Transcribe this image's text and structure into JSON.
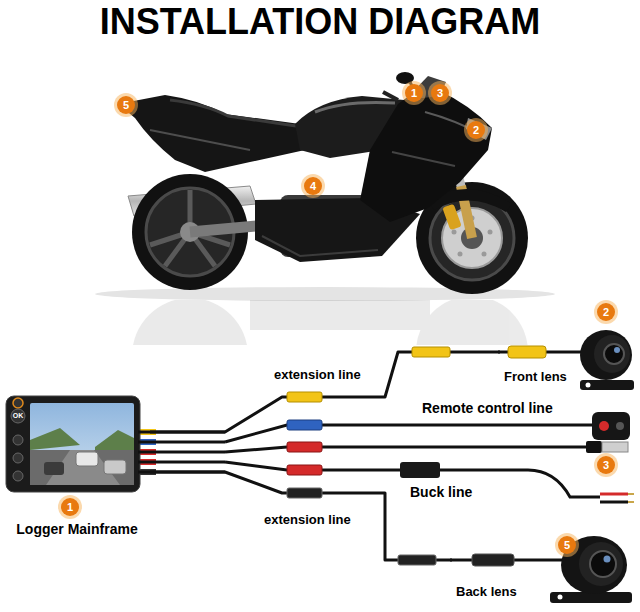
{
  "diagram": {
    "title": "INSTALLATION DIAGRAM",
    "nodes": [
      {
        "text": [
          "Logger Mainframe"
        ]
      },
      {
        "text": [
          "Front lens"
        ]
      },
      {
        "text": [
          "Back lens"
        ]
      }
    ],
    "edges": [
      {
        "from": 0,
        "to": 1,
        "arrow": "none",
        "label": "extension line"
      },
      {
        "from": 0,
        "to": 2,
        "arrow": "none",
        "label": "extension line"
      }
    ],
    "labels": [
      "5",
      "1",
      "3",
      "2",
      "4",
      "OK",
      "1",
      "2",
      "Remote control line",
      "3",
      "Buck line",
      "5"
    ]
  }
}
